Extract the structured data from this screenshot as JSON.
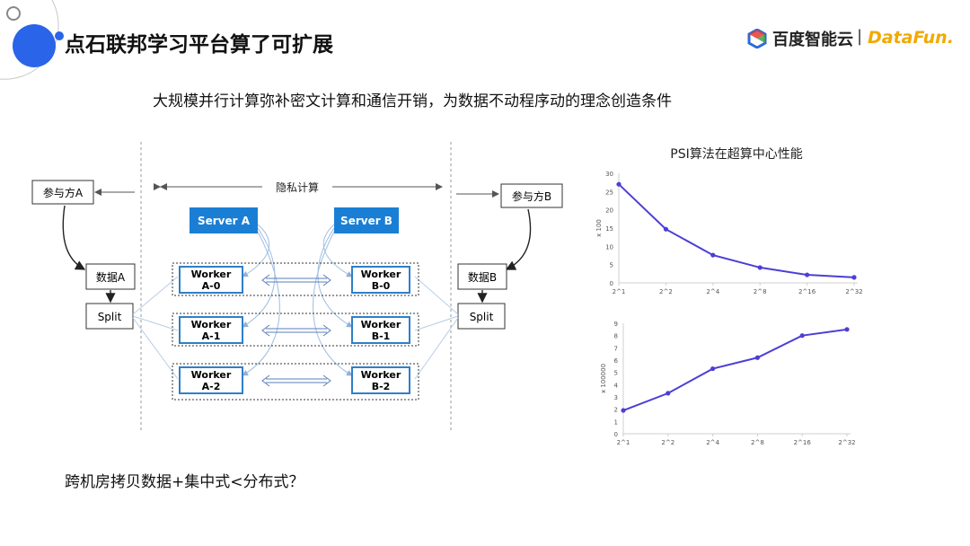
{
  "slide": {
    "title": "点石联邦学习平台算了可扩展",
    "subtitle": "大规模并行计算弥补密文计算和通信开销，为数据不动程序动的理念创造条件",
    "footer": "跨机房拷贝数据+集中式<分布式？"
  },
  "logos": {
    "baidu": "百度智能云",
    "separator": "|",
    "datafun": "DataFun."
  },
  "diagram": {
    "party_a": "参与方A",
    "party_b": "参与方B",
    "privacy_label": "隐私计算",
    "data_a": "数据A",
    "data_b": "数据B",
    "split_a": "Split",
    "split_b": "Split",
    "server_a": "Server A",
    "server_b": "Server B",
    "workers_a": [
      {
        "l1": "Worker",
        "l2": "A-0"
      },
      {
        "l1": "Worker",
        "l2": "A-1"
      },
      {
        "l1": "Worker",
        "l2": "A-2"
      }
    ],
    "workers_b": [
      {
        "l1": "Worker",
        "l2": "B-0"
      },
      {
        "l1": "Worker",
        "l2": "B-1"
      },
      {
        "l1": "Worker",
        "l2": "B-2"
      }
    ]
  },
  "colors": {
    "server": "#1a7fd4",
    "worker_border": "#2f7fc8",
    "line_series": "#4b3fd6",
    "accent_blue": "#2a64e8"
  },
  "chart_data": [
    {
      "type": "line",
      "title": "PSI算法在超算中心性能",
      "ylabel": "x 100",
      "categories": [
        "2^1",
        "2^2",
        "2^4",
        "2^8",
        "2^16",
        "2^32"
      ],
      "values": [
        27,
        14.7,
        7.6,
        4.2,
        2.2,
        1.5
      ],
      "ylim": [
        0,
        30
      ],
      "yticks": [
        0,
        5,
        10,
        15,
        20,
        25,
        30
      ],
      "grid": false
    },
    {
      "type": "line",
      "title": "",
      "ylabel": "x 100000",
      "categories": [
        "2^1",
        "2^2",
        "2^4",
        "2^8",
        "2^16",
        "2^32"
      ],
      "values": [
        1.9,
        3.3,
        5.3,
        6.2,
        8.0,
        8.5
      ],
      "ylim": [
        0,
        9
      ],
      "yticks": [
        0,
        1,
        2,
        3,
        4,
        5,
        6,
        7,
        8,
        9
      ],
      "grid": false
    }
  ]
}
